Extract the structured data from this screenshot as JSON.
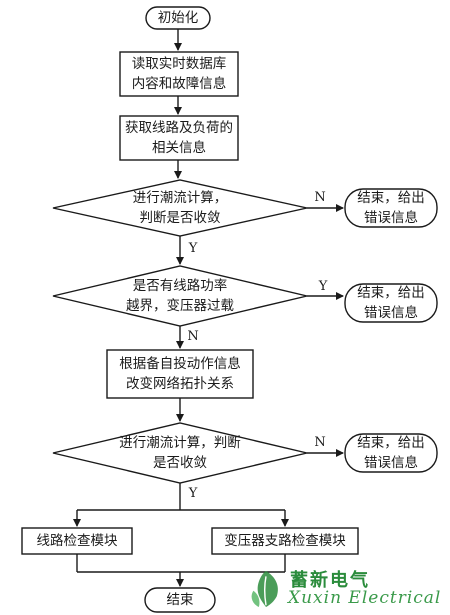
{
  "flowchart": {
    "start": "初始化",
    "step_read_db": [
      "读取实时数据库",
      "内容和故障信息"
    ],
    "step_get_line_info": [
      "获取线路及负荷的",
      "相关信息"
    ],
    "decision_1": [
      "进行潮流计算，",
      "判断是否收敛"
    ],
    "decision_2": [
      "是否有线路功率",
      "越界，变压器过载"
    ],
    "step_change_topology": [
      "根据备自投动作信息",
      "改变网络拓扑关系"
    ],
    "decision_3": [
      "进行潮流计算，判断",
      "是否收敛"
    ],
    "end_error_1": [
      "结束，给出",
      "错误信息"
    ],
    "end_error_2": [
      "结束，给出",
      "错误信息"
    ],
    "end_error_3": [
      "结束，给出",
      "错误信息"
    ],
    "module_line_check": "线路检查模块",
    "module_transformer_check": "变压器支路检查模块",
    "end": "结束",
    "edge_labels": {
      "d1_no": "N",
      "d1_yes": "Y",
      "d2_yes": "Y",
      "d2_no": "N",
      "d3_no": "N",
      "d3_yes": "Y"
    }
  },
  "watermark": {
    "brand_cn": "蓄新电气",
    "brand_en": "Xuxin Electrical",
    "logo_icon": "leaf-logo-icon",
    "brand_color": "#2b8c3c"
  }
}
